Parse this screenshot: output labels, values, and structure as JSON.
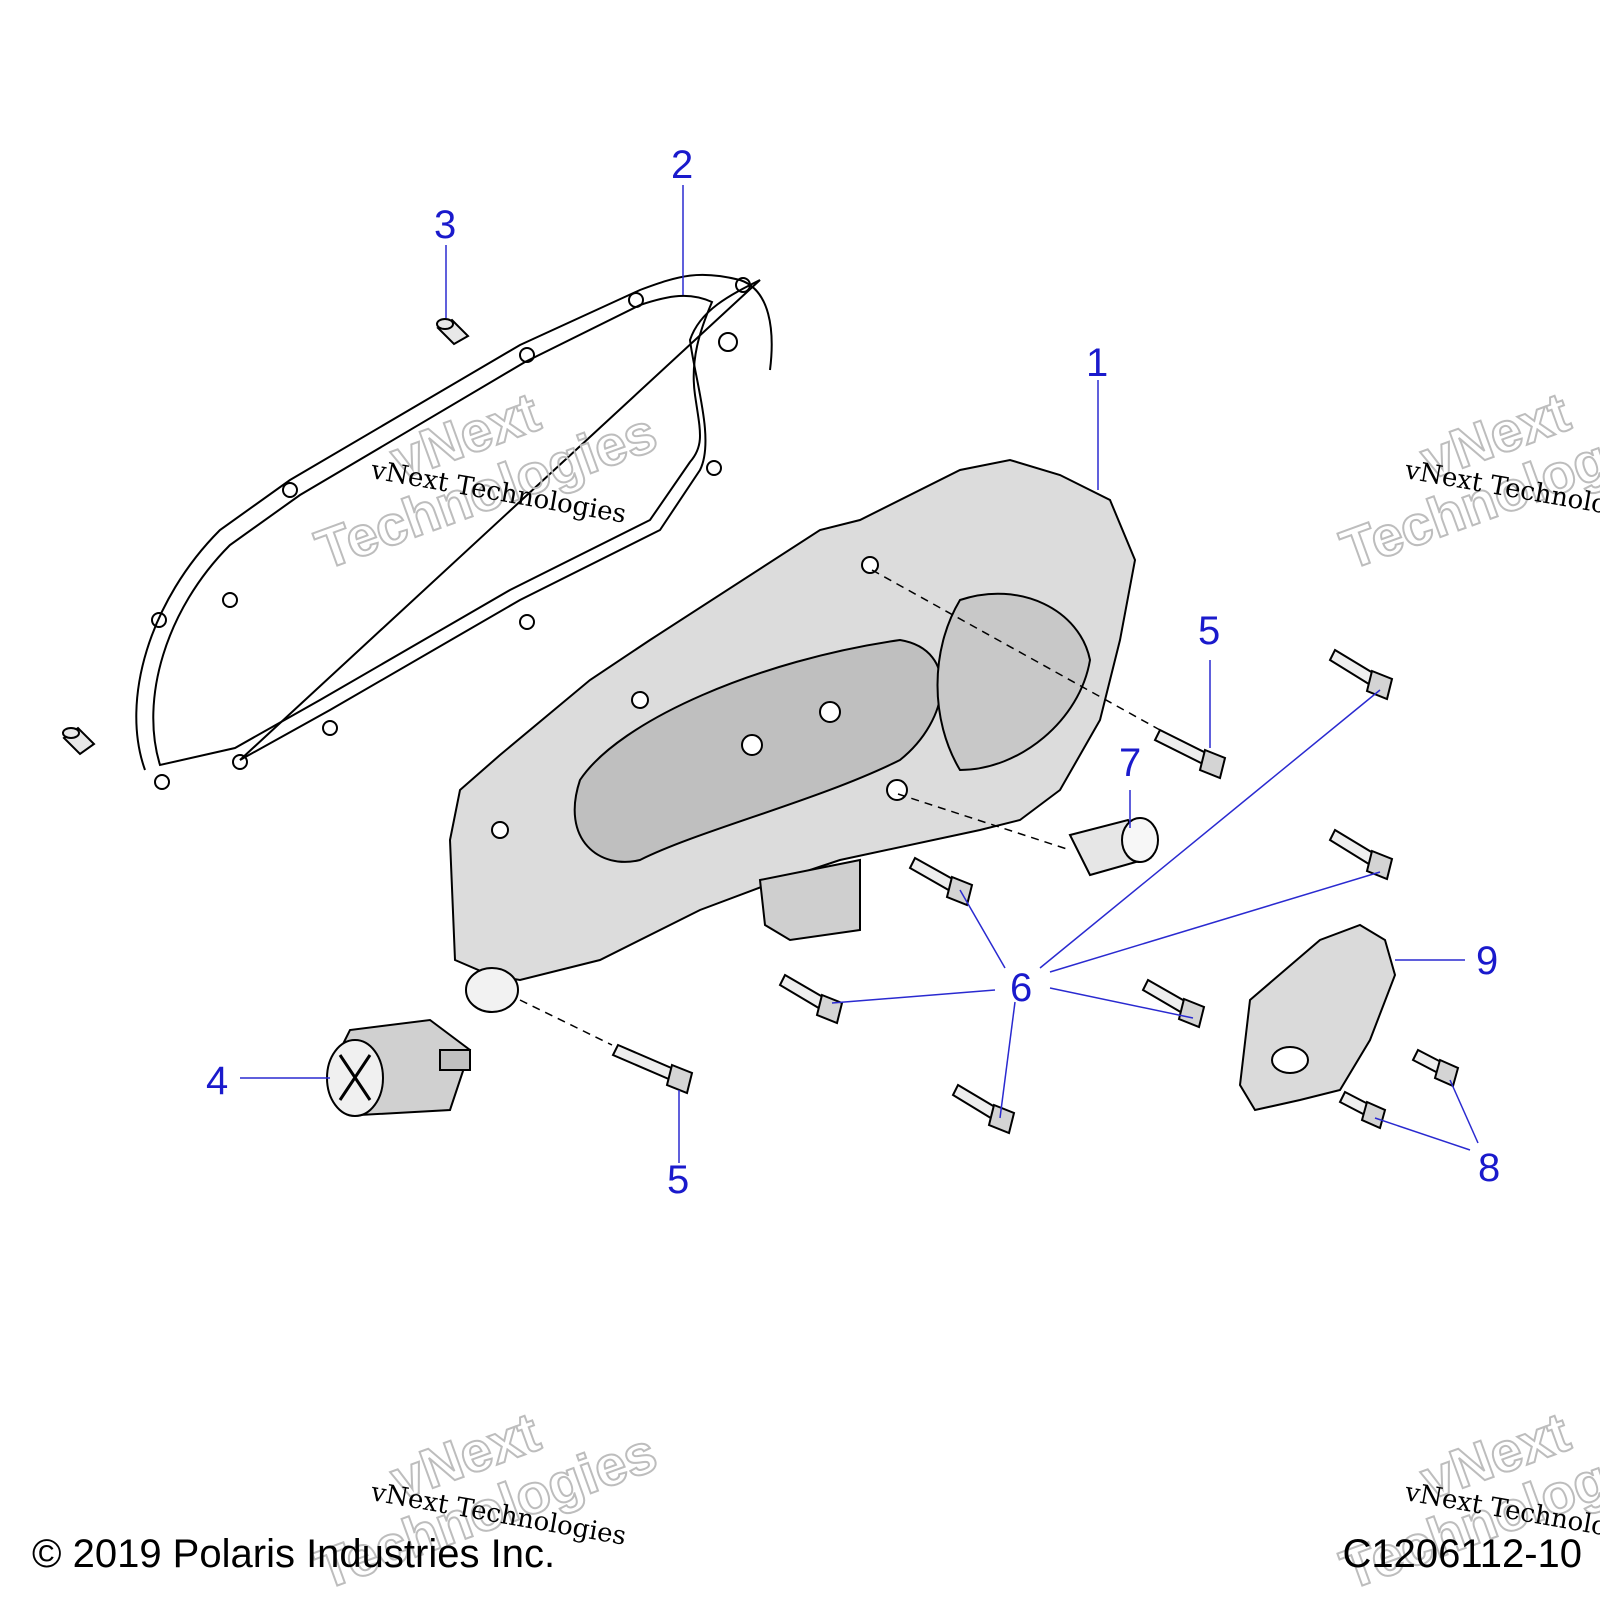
{
  "diagram": {
    "callouts": [
      {
        "id": "1",
        "label": "1"
      },
      {
        "id": "2",
        "label": "2"
      },
      {
        "id": "3",
        "label": "3"
      },
      {
        "id": "4",
        "label": "4"
      },
      {
        "id": "5a",
        "label": "5"
      },
      {
        "id": "5b",
        "label": "5"
      },
      {
        "id": "6",
        "label": "6"
      },
      {
        "id": "7",
        "label": "7"
      },
      {
        "id": "8",
        "label": "8"
      },
      {
        "id": "9",
        "label": "9"
      }
    ],
    "watermark": {
      "line1": "vNext Technologies",
      "big_line1": "vNext",
      "big_line2": "Technologies"
    }
  },
  "footer": {
    "copyright": "© 2019 Polaris Industries Inc.",
    "drawing_number": "C1206112-10"
  },
  "colors": {
    "callout": "#1a1acc",
    "leader": "#2a2ad0",
    "line_art": "#000000",
    "part_fill": "#d9d9d9",
    "part_shade": "#b8b8b8",
    "watermark": "#bdbdbd"
  }
}
